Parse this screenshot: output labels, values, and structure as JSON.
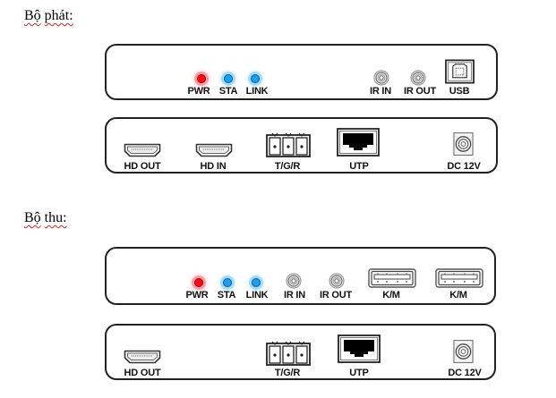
{
  "sections": {
    "transmitter": {
      "title_words": [
        "Bộ",
        "phát:"
      ],
      "front_panel": {
        "leds": [
          {
            "label": "PWR",
            "color": "#ff0a14"
          },
          {
            "label": "STA",
            "color": "#1aa0f2"
          },
          {
            "label": "LINK",
            "color": "#1aa0f2"
          }
        ],
        "ports": [
          {
            "label": "IR IN",
            "icon": "audio-jack-icon"
          },
          {
            "label": "IR OUT",
            "icon": "audio-jack-icon"
          },
          {
            "label": "USB",
            "icon": "usb-b-port-icon"
          }
        ]
      },
      "rear_panel": {
        "ports": [
          {
            "label": "HD OUT",
            "icon": "hdmi-port-icon"
          },
          {
            "label": "HD IN",
            "icon": "hdmi-port-icon"
          },
          {
            "label": "T/G/R",
            "icon": "terminal-block-icon"
          },
          {
            "label": "UTP",
            "icon": "rj45-port-icon"
          },
          {
            "label": "DC 12V",
            "icon": "dc-power-jack-icon"
          }
        ]
      }
    },
    "receiver": {
      "title_words": [
        "Bộ",
        "thu:"
      ],
      "front_panel": {
        "leds": [
          {
            "label": "PWR",
            "color": "#ff0a14"
          },
          {
            "label": "STA",
            "color": "#1aa0f2"
          },
          {
            "label": "LINK",
            "color": "#1aa0f2"
          }
        ],
        "ports": [
          {
            "label": "IR IN",
            "icon": "audio-jack-icon"
          },
          {
            "label": "IR OUT",
            "icon": "audio-jack-icon"
          },
          {
            "label": "K/M",
            "icon": "usb-a-port-icon"
          },
          {
            "label": "K/M",
            "icon": "usb-a-port-icon"
          }
        ]
      },
      "rear_panel": {
        "ports": [
          {
            "label": "HD OUT",
            "icon": "hdmi-port-icon"
          },
          {
            "label": "T/G/R",
            "icon": "terminal-block-icon"
          },
          {
            "label": "UTP",
            "icon": "rj45-port-icon"
          },
          {
            "label": "DC 12V",
            "icon": "dc-power-jack-icon"
          }
        ]
      }
    }
  }
}
